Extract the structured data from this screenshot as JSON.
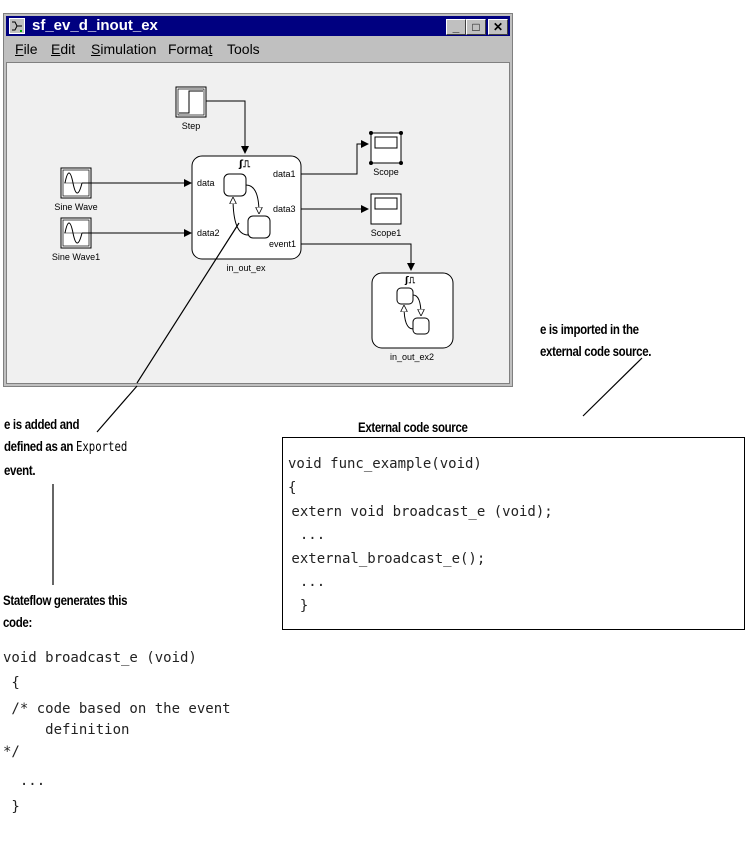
{
  "window": {
    "title": "sf_ev_d_inout_ex",
    "icon": "simulink-model-icon",
    "controls": {
      "minimize": "_",
      "maximize": "□",
      "close": "✕"
    },
    "menu": [
      {
        "label": "File",
        "mnemonic_index": 0
      },
      {
        "label": "Edit",
        "mnemonic_index": 0
      },
      {
        "label": "Simulation",
        "mnemonic_index": 0
      },
      {
        "label": "Format",
        "mnemonic_index": 5
      },
      {
        "label": "Tools",
        "mnemonic_index": -1
      }
    ]
  },
  "diagram": {
    "blocks": {
      "step": "Step",
      "sine_wave": "Sine Wave",
      "sine_wave1": "Sine Wave1",
      "chart1": "in_out_ex",
      "scope": "Scope",
      "scope1": "Scope1",
      "chart2": "in_out_ex2"
    },
    "chart1_ports": {
      "in": [
        "data",
        "data2"
      ],
      "out": [
        "data1",
        "data3",
        "event1"
      ]
    }
  },
  "annotations": {
    "added": {
      "line1": "e is added and",
      "line2_prefix": "defined as an ",
      "line2_mono": "Exported",
      "line3": "event."
    },
    "imported": {
      "line1": "e is imported in the",
      "line2": "external code source."
    },
    "external_heading": "External code source",
    "generates": {
      "line1": "Stateflow generates this",
      "line2": "code:"
    }
  },
  "external_code": [
    "void func_example(void)",
    "{",
    " extern void broadcast_e (void);",
    "  ...",
    " external_broadcast_e();",
    "  ...",
    "  }"
  ],
  "generated_code": [
    "void broadcast_e (void)",
    " {",
    " /* code based on the event",
    "     definition",
    "*/",
    "  ...",
    " }"
  ]
}
